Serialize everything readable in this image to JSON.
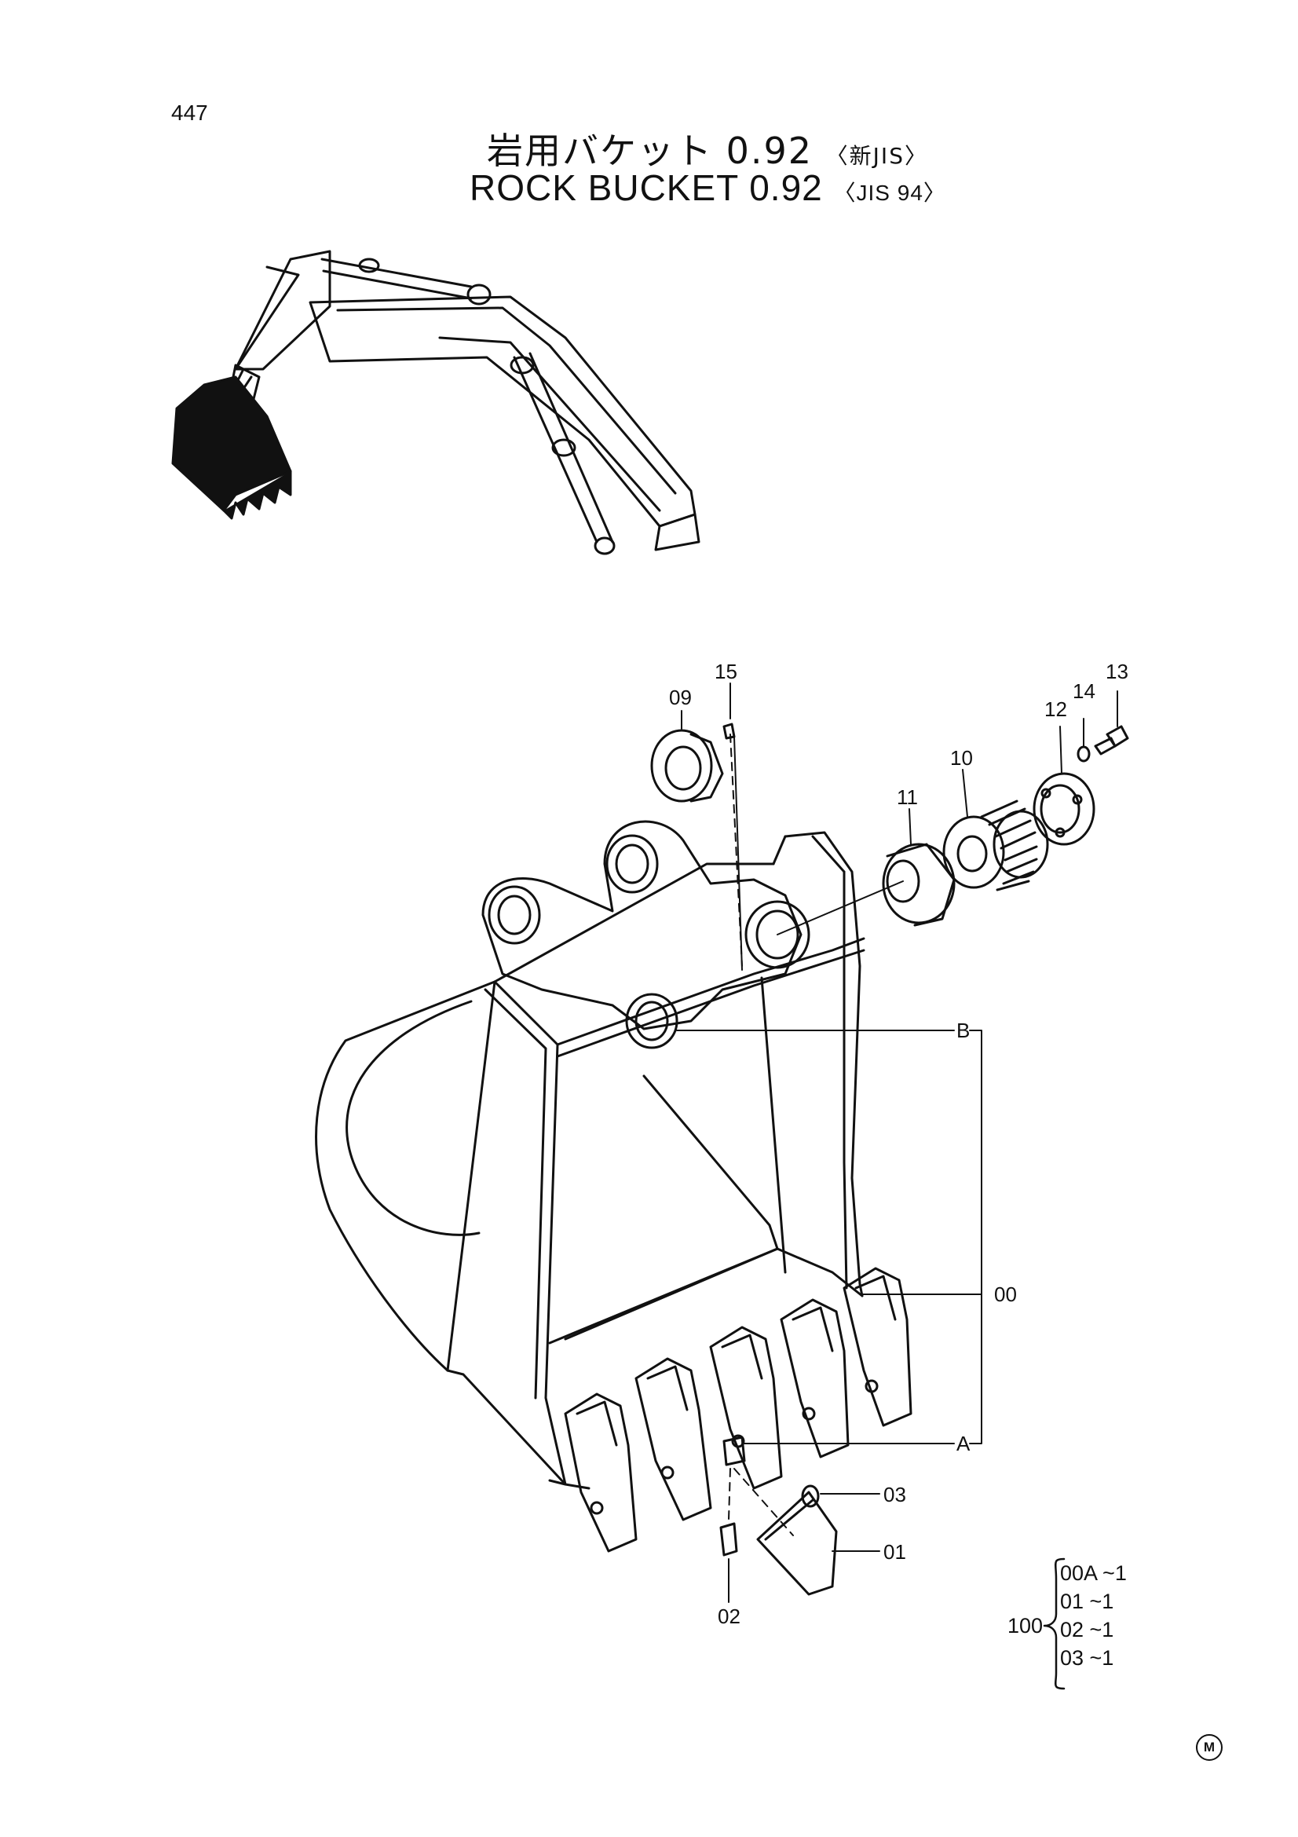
{
  "page_number": "447",
  "title": {
    "japanese": "岩用バケット 0.92",
    "japanese_suffix": "〈新JIS〉",
    "english": "ROCK  BUCKET 0.92",
    "english_suffix": "〈JIS 94〉"
  },
  "callouts": {
    "c15": "15",
    "c09": "09",
    "c14": "14",
    "c13": "13",
    "c12": "12",
    "c10": "10",
    "c11": "11",
    "cB": "B",
    "c00": "00",
    "cA": "A",
    "c03": "03",
    "c01": "01",
    "c02": "02"
  },
  "kit": {
    "label": "100",
    "items": [
      "00A ~1",
      "01  ~1",
      "02  ~1",
      "03  ~1"
    ]
  },
  "mark": "M"
}
